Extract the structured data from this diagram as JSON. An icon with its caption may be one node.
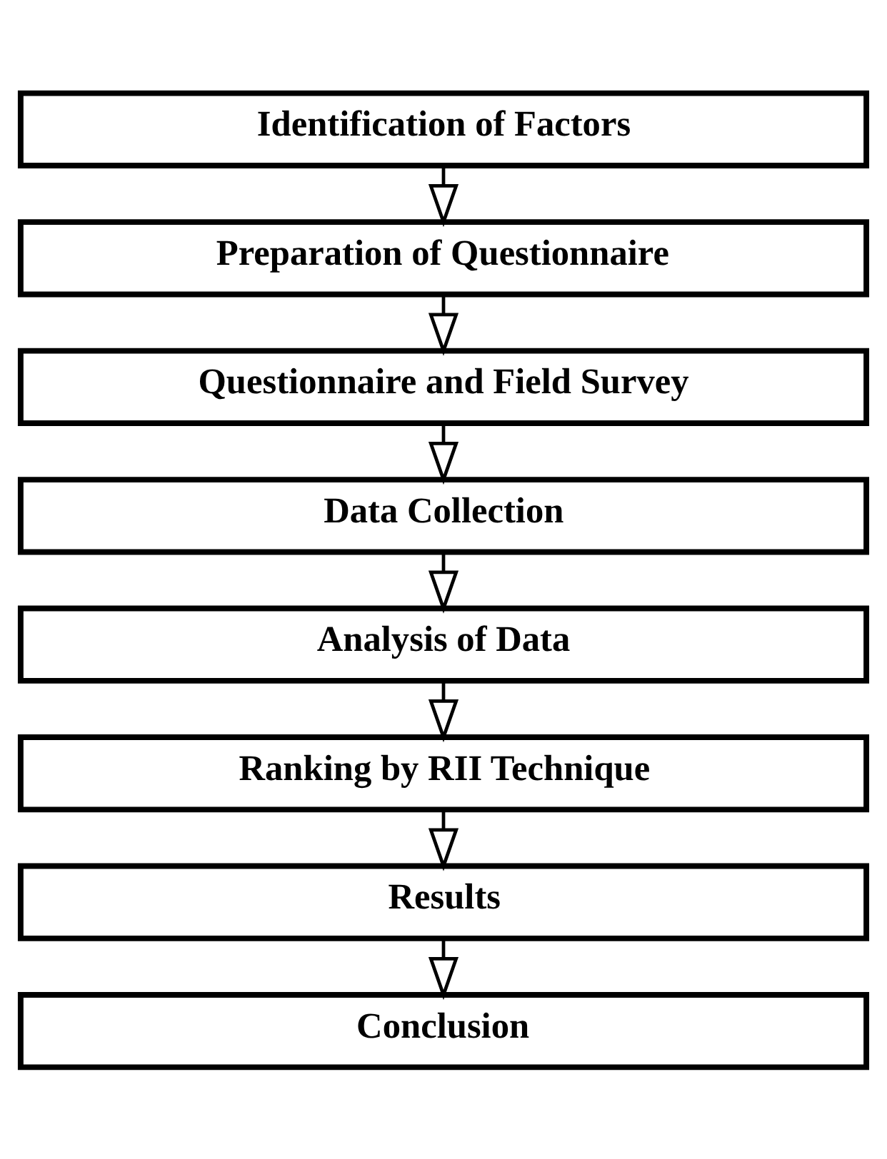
{
  "diagram": {
    "nodes": [
      {
        "text": [
          "Identification of Factors"
        ]
      },
      {
        "text": [
          "Preparation of Questionnaire"
        ]
      },
      {
        "text": [
          "Questionnaire and Field Survey"
        ]
      },
      {
        "text": [
          "Data Collection"
        ]
      },
      {
        "text": [
          "Analysis of Data"
        ]
      },
      {
        "text": [
          "Ranking by RII Technique"
        ]
      },
      {
        "text": [
          "Results"
        ]
      },
      {
        "text": [
          "Conclusion"
        ]
      }
    ],
    "edges": [
      {
        "from": 0,
        "to": 1,
        "arrow": "to"
      },
      {
        "from": 1,
        "to": 2,
        "arrow": "to"
      },
      {
        "from": 2,
        "to": 3,
        "arrow": "to"
      },
      {
        "from": 3,
        "to": 4,
        "arrow": "to"
      },
      {
        "from": 4,
        "to": 5,
        "arrow": "to"
      },
      {
        "from": 5,
        "to": 6,
        "arrow": "to"
      },
      {
        "from": 6,
        "to": 7,
        "arrow": "to"
      }
    ]
  }
}
